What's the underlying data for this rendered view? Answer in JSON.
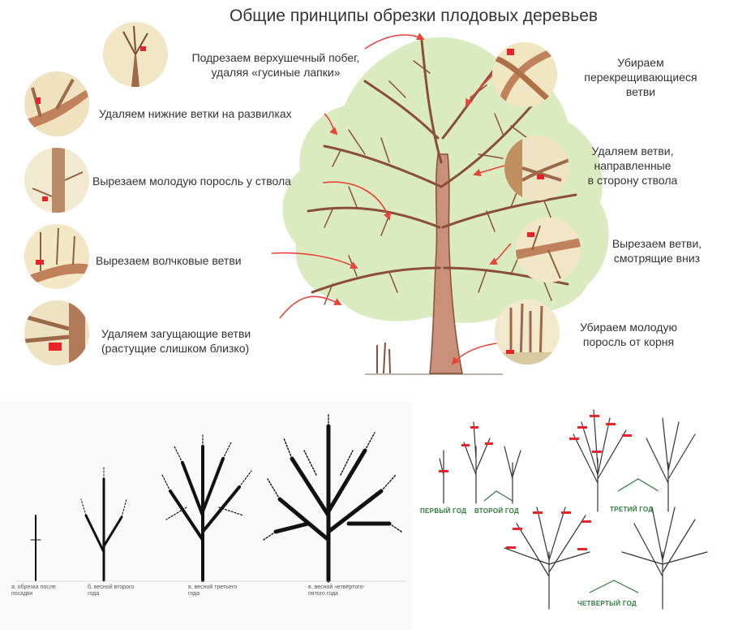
{
  "title": "Общие принципы обрезки плодовых деревьев",
  "labels_left": [
    {
      "text": "Подрезаем верхушечный побег,\nудаляя «гусиные лапки»"
    },
    {
      "text": "Удаляем нижние ветки на развилках"
    },
    {
      "text": "Вырезаем молодую поросль у ствола"
    },
    {
      "text": "Вырезаем волчковые ветви"
    },
    {
      "text": "Удаляем загущающие ветви\n(растущие слишком близко)"
    }
  ],
  "labels_right": [
    {
      "text": "Убираем\nперекрещивающиеся\nветви"
    },
    {
      "text": "Удаляем ветви,\nнаправленные\nв сторону ствола"
    },
    {
      "text": "Вырезаем ветви,\nсмотрящие вниз"
    },
    {
      "text": "Убираем молодую\nпоросль от корня"
    }
  ],
  "stages": [
    {
      "caption": "а. обрезка после\nпосадки"
    },
    {
      "caption": "б. весной второго\nгода"
    },
    {
      "caption": "в. весной третьего\nгода"
    },
    {
      "caption": "в. весной четвёртого-\nпятого года"
    }
  ],
  "years": {
    "first": "ПЕРВЫЙ ГОД",
    "second": "ВТОРОЙ ГОД",
    "third": "ТРЕТИЙ ГОД",
    "fourth": "ЧЕТВЕРТЫЙ ГОД"
  },
  "colors": {
    "foliage": "#d9ebbf",
    "bark": "#c9907a",
    "bark_dark": "#8a4f3a",
    "arrow": "#e8443a",
    "cut": "#e8232a",
    "circle_bg": "#efe6c2",
    "year_text": "#2f7a3c"
  }
}
